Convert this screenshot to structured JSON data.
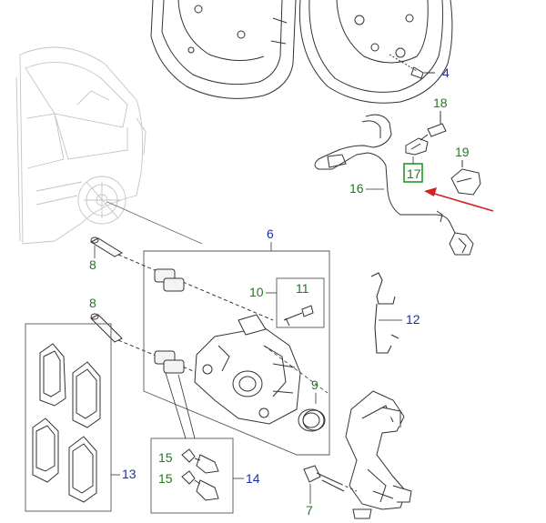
{
  "callouts": {
    "n4": "4",
    "n6": "6",
    "n7": "7",
    "n8a": "8",
    "n8b": "8",
    "n9": "9",
    "n10": "10",
    "n11": "11",
    "n12": "12",
    "n13": "13",
    "n14": "14",
    "n15a": "15",
    "n15b": "15",
    "n16": "16",
    "n17": "17",
    "n18": "18",
    "n19": "19"
  },
  "colors": {
    "line": "#333333",
    "faint": "#b8b8b8",
    "green_label": "#1f7a1f",
    "blue_label": "#1a2fb0",
    "highlight_box": "#1f9a1f",
    "arrow": "#d42020"
  }
}
